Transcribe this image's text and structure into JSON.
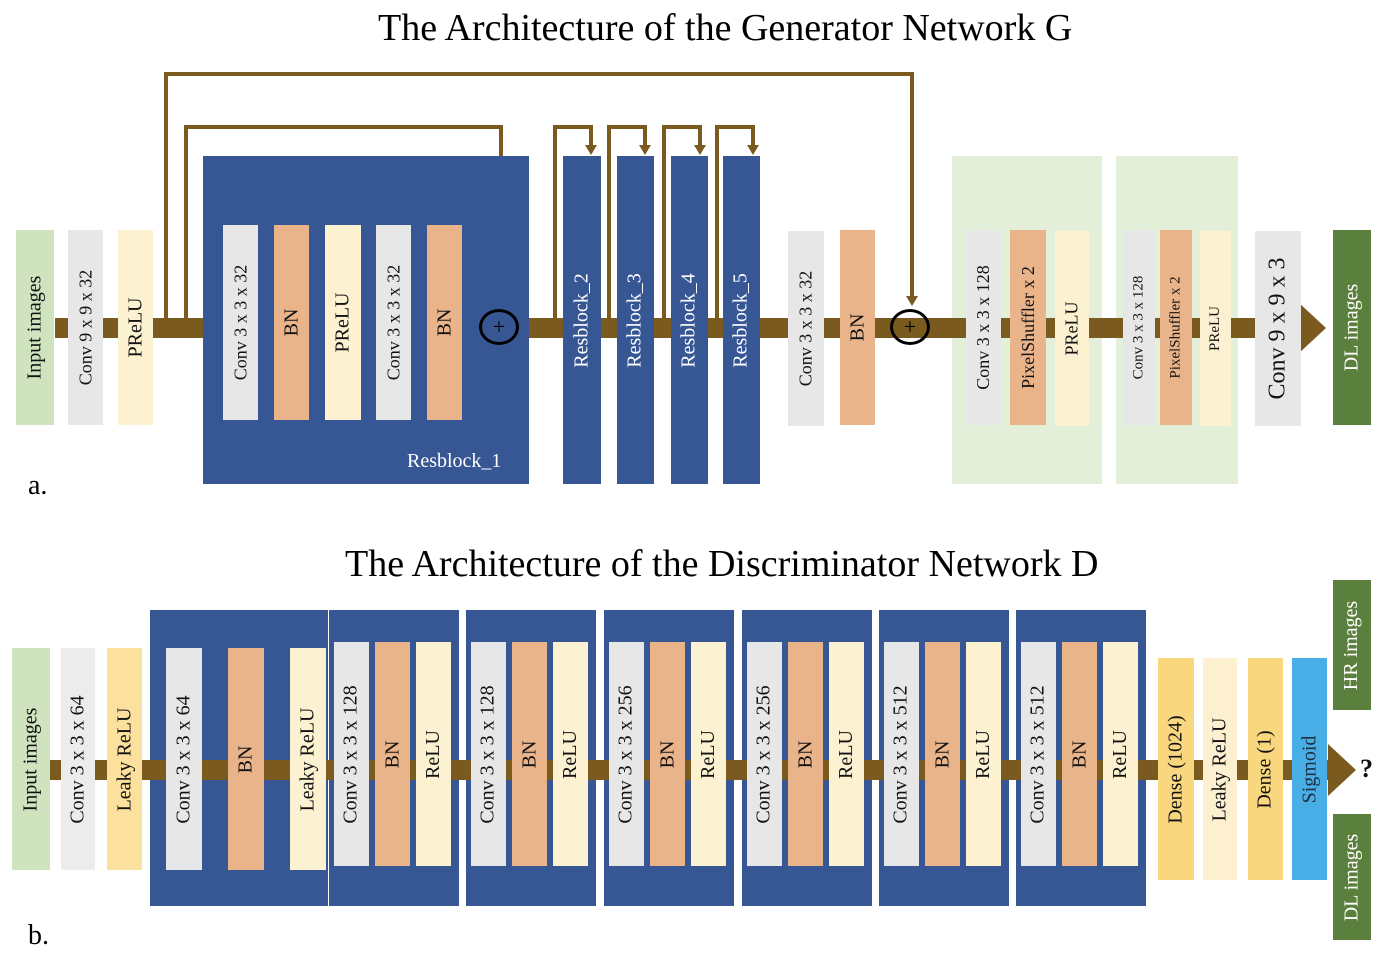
{
  "generator": {
    "title": "The Architecture of the Generator Network G",
    "panel_label": "a.",
    "input": "Input images",
    "conv_in": "Conv 9 x 9 x 32",
    "prelu_in": "PReLU",
    "resblock1": {
      "label": "Resblock_1",
      "layers": [
        "Conv 3 x 3 x 32",
        "BN",
        "PReLU",
        "Conv 3 x 3 x 32",
        "BN"
      ]
    },
    "sum_symbol": "+",
    "resblocks": [
      "Resblock_2",
      "Resblock_3",
      "Resblock_4",
      "Resblock_5"
    ],
    "conv_mid": "Conv 3 x 3 x 32",
    "bn_mid": "BN",
    "upsample_blocks": [
      {
        "layers": [
          "Conv 3 x 3 x 128",
          "PixelShuffler x 2",
          "PReLU"
        ]
      },
      {
        "layers": [
          "Conv 3 x 3 x 128",
          "PixelShuffler x 2",
          "PReLU"
        ]
      }
    ],
    "conv_out": "Conv 9 x 9 x 3",
    "output": "DL images"
  },
  "discriminator": {
    "title": "The Architecture of the Discriminator Network D",
    "panel_label": "b.",
    "input": "Input images",
    "conv_in": "Conv 3 x 3 x 64",
    "leaky_in": "Leaky ReLU",
    "blocks": [
      {
        "layers": [
          "Conv 3 x 3 x 64",
          "BN",
          "Leaky ReLU"
        ]
      },
      {
        "layers": [
          "Conv 3 x 3 x 128",
          "BN",
          "ReLU"
        ]
      },
      {
        "layers": [
          "Conv 3 x 3 x 128",
          "BN",
          "ReLU"
        ]
      },
      {
        "layers": [
          "Conv 3 x 3 x 256",
          "BN",
          "ReLU"
        ]
      },
      {
        "layers": [
          "Conv 3 x 3 x 256",
          "BN",
          "ReLU"
        ]
      },
      {
        "layers": [
          "Conv 3 x 3 x 512",
          "BN",
          "ReLU"
        ]
      },
      {
        "layers": [
          "Conv 3 x 3 x 512",
          "BN",
          "ReLU"
        ]
      }
    ],
    "dense1": "Dense (1024)",
    "leaky_out": "Leaky ReLU",
    "dense2": "Dense (1)",
    "sigmoid": "Sigmoid",
    "question": "?",
    "hr_images": "HR images",
    "dl_images": "DL images"
  },
  "colors": {
    "flow": "#7a5a1e",
    "resblock": "#365694",
    "conv": "#e7e7e7",
    "bn": "#eab48b",
    "prelu": "#fcf1d0",
    "input": "#cfe3bf",
    "output": "#5b7f3c",
    "upsample_bg": "#e3efd9",
    "sigmoid": "#4aaee6"
  }
}
